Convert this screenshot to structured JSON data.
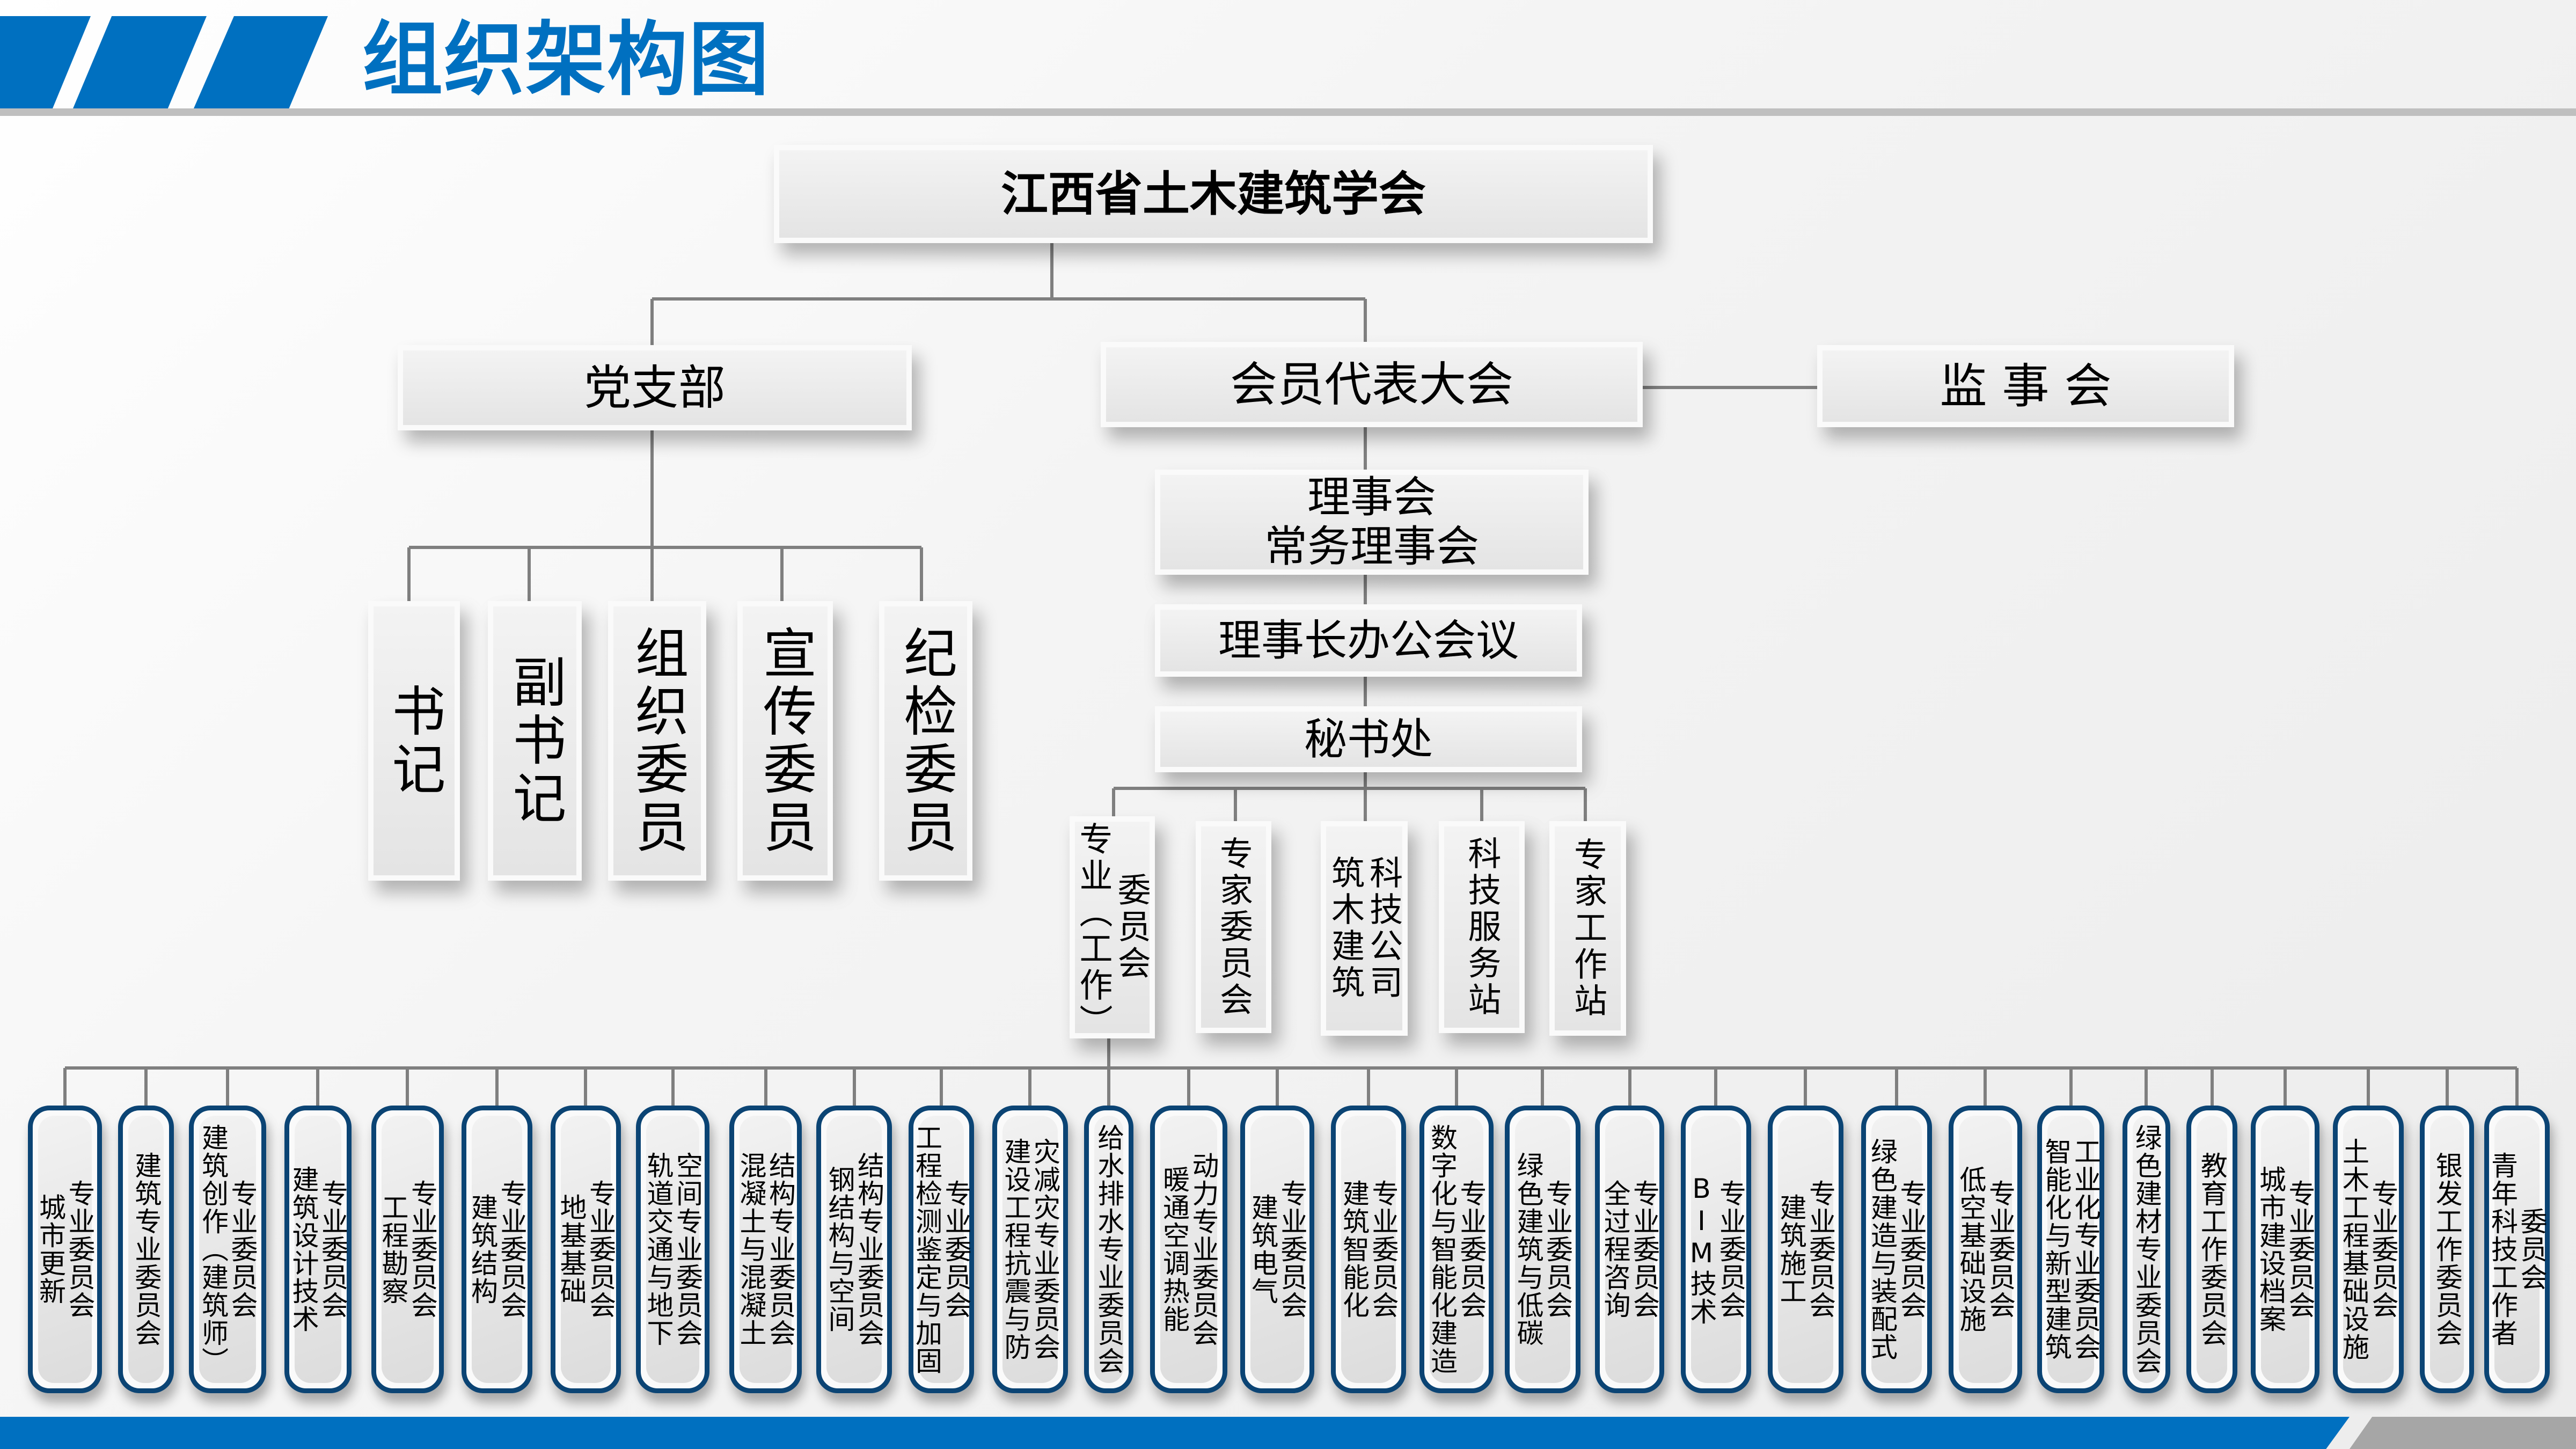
{
  "header": {
    "title": "组织架构图"
  },
  "top": {
    "label": "江西省土木建筑学会"
  },
  "level2": {
    "party": "党支部",
    "congress": "会员代表大会",
    "supervisors": "监 事 会"
  },
  "party_members": [
    "书记",
    "副书记",
    "组织委员",
    "宣传委员",
    "纪检委员"
  ],
  "council": {
    "line1": "理事会",
    "line2": "常务理事会"
  },
  "president_meeting": "理事长办公会议",
  "secretariat": "秘书处",
  "secretariat_units": [
    {
      "columns": [
        "委员会",
        "专业（工作）"
      ]
    },
    {
      "columns": [
        "专家委员会"
      ]
    },
    {
      "columns": [
        "科技公司",
        "筑木建筑"
      ]
    },
    {
      "columns": [
        "科技服务站"
      ]
    },
    {
      "columns": [
        "专家工作站"
      ]
    }
  ],
  "committees": [
    {
      "columns": [
        "专业委员会",
        "城市更新"
      ]
    },
    {
      "columns": [
        "建筑专业委员会"
      ]
    },
    {
      "columns": [
        "专业委员会",
        "建筑创作（建筑师）"
      ]
    },
    {
      "columns": [
        "专业委员会",
        "建筑设计技术"
      ]
    },
    {
      "columns": [
        "专业委员会",
        "工程勘察"
      ]
    },
    {
      "columns": [
        "专业委员会",
        "建筑结构"
      ]
    },
    {
      "columns": [
        "专业委员会",
        "地基基础"
      ]
    },
    {
      "columns": [
        "空间专业委员会",
        "轨道交通与地下"
      ]
    },
    {
      "columns": [
        "结构专业委员会",
        "混凝土与混凝土"
      ]
    },
    {
      "columns": [
        "结构专业委员会",
        "钢结构与空间"
      ]
    },
    {
      "columns": [
        "专业委员会",
        "工程检测鉴定与加固"
      ]
    },
    {
      "columns": [
        "灾减灾专业委员会",
        "建设工程抗震与防"
      ]
    },
    {
      "columns": [
        "给水排水专业委员会"
      ]
    },
    {
      "columns": [
        "动力专业委员会",
        "暖通空调热能"
      ]
    },
    {
      "columns": [
        "专业委员会",
        "建筑电气"
      ]
    },
    {
      "columns": [
        "专业委员会",
        "建筑智能化"
      ]
    },
    {
      "columns": [
        "专业委员会",
        "数字化与智能化建造"
      ]
    },
    {
      "columns": [
        "专业委员会",
        "绿色建筑与低碳"
      ]
    },
    {
      "columns": [
        "专业委员会",
        "全过程咨询"
      ]
    },
    {
      "columns": [
        "专业委员会",
        "BIM技术"
      ]
    },
    {
      "columns": [
        "专业委员会",
        "建筑施工"
      ]
    },
    {
      "columns": [
        "专业委员会",
        "绿色建造与装配式"
      ]
    },
    {
      "columns": [
        "专业委员会",
        "低空基础设施"
      ]
    },
    {
      "columns": [
        "工业化专业委员会",
        "智能化与新型建筑"
      ]
    },
    {
      "columns": [
        "绿色建材专业委员会"
      ]
    },
    {
      "columns": [
        "教育工作委员会"
      ]
    },
    {
      "columns": [
        "专业委员会",
        "城市建设档案"
      ]
    },
    {
      "columns": [
        "专业委员会",
        "土木工程基础设施"
      ]
    },
    {
      "columns": [
        "银发工作委员会"
      ]
    },
    {
      "columns": [
        "委员会",
        "青年科技工作者"
      ]
    }
  ],
  "colors": {
    "brand_blue": "#0070C0",
    "committee_border": "#0B4474",
    "connector": "#7F7F7F",
    "footer_gray": "#A6A6A6"
  }
}
